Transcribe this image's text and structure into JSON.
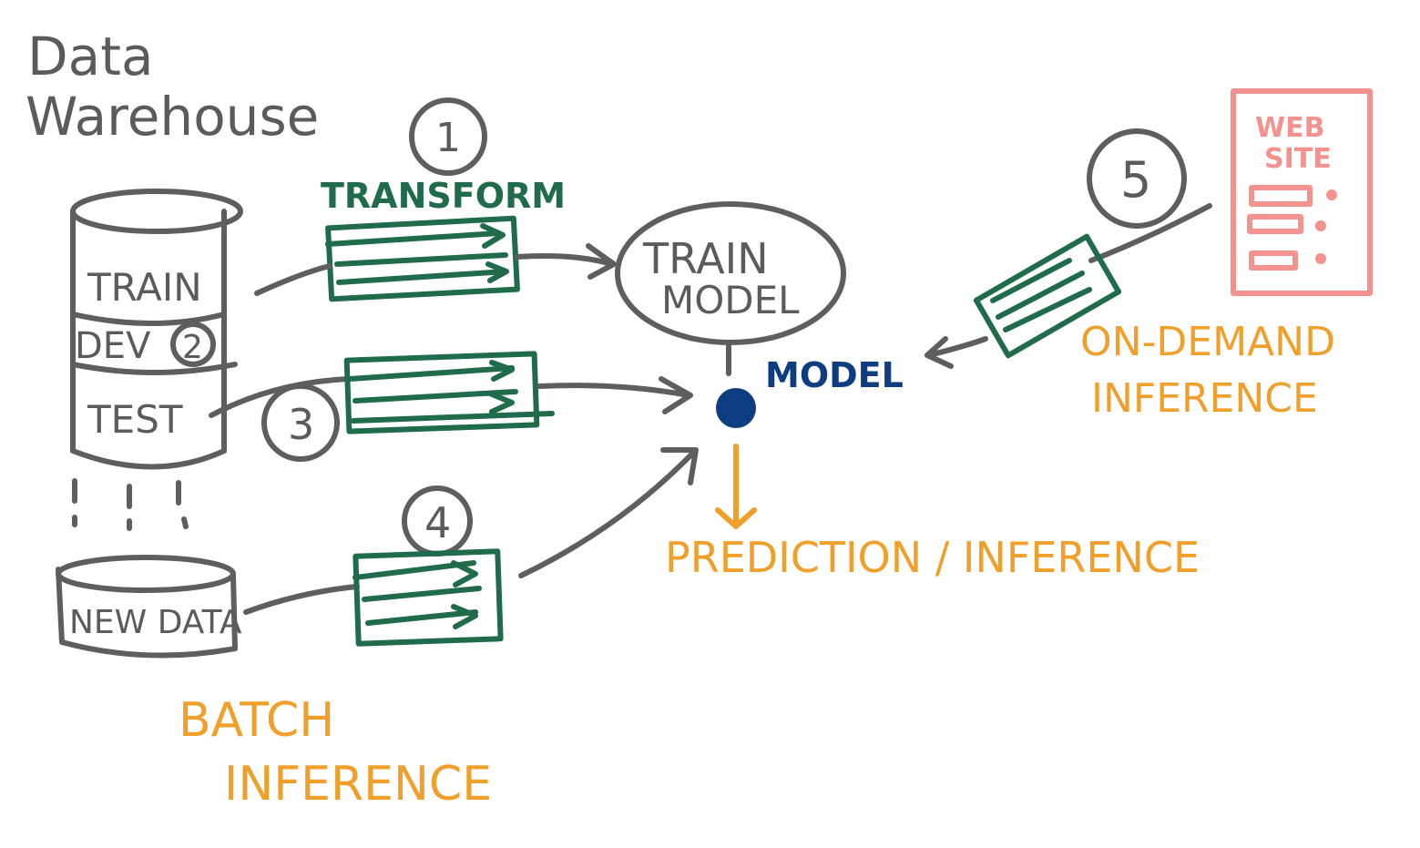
{
  "title": {
    "line1": "Data",
    "line2": "Warehouse"
  },
  "database": {
    "train": "TRAIN",
    "dev": "DEV",
    "test": "TEST",
    "new_data": "NEW DATA"
  },
  "steps": {
    "one": "1",
    "two": "2",
    "three": "3",
    "four": "4",
    "five": "5"
  },
  "labels": {
    "transform": "TRANSFORM",
    "train_model_line1": "TRAIN",
    "train_model_line2": "MODEL",
    "model": "MODEL",
    "prediction": "PREDICTION / INFERENCE",
    "batch_line1": "BATCH",
    "batch_line2": "INFERENCE",
    "ondemand_line1": "ON-DEMAND",
    "ondemand_line2": "INFERENCE",
    "website_line1": "WEB",
    "website_line2": "SITE"
  },
  "colors": {
    "gray": "#5e5e5e",
    "green": "#1f6b4b",
    "orange": "#f0a02a",
    "blue": "#0f3d82",
    "pink": "#f4928f"
  }
}
